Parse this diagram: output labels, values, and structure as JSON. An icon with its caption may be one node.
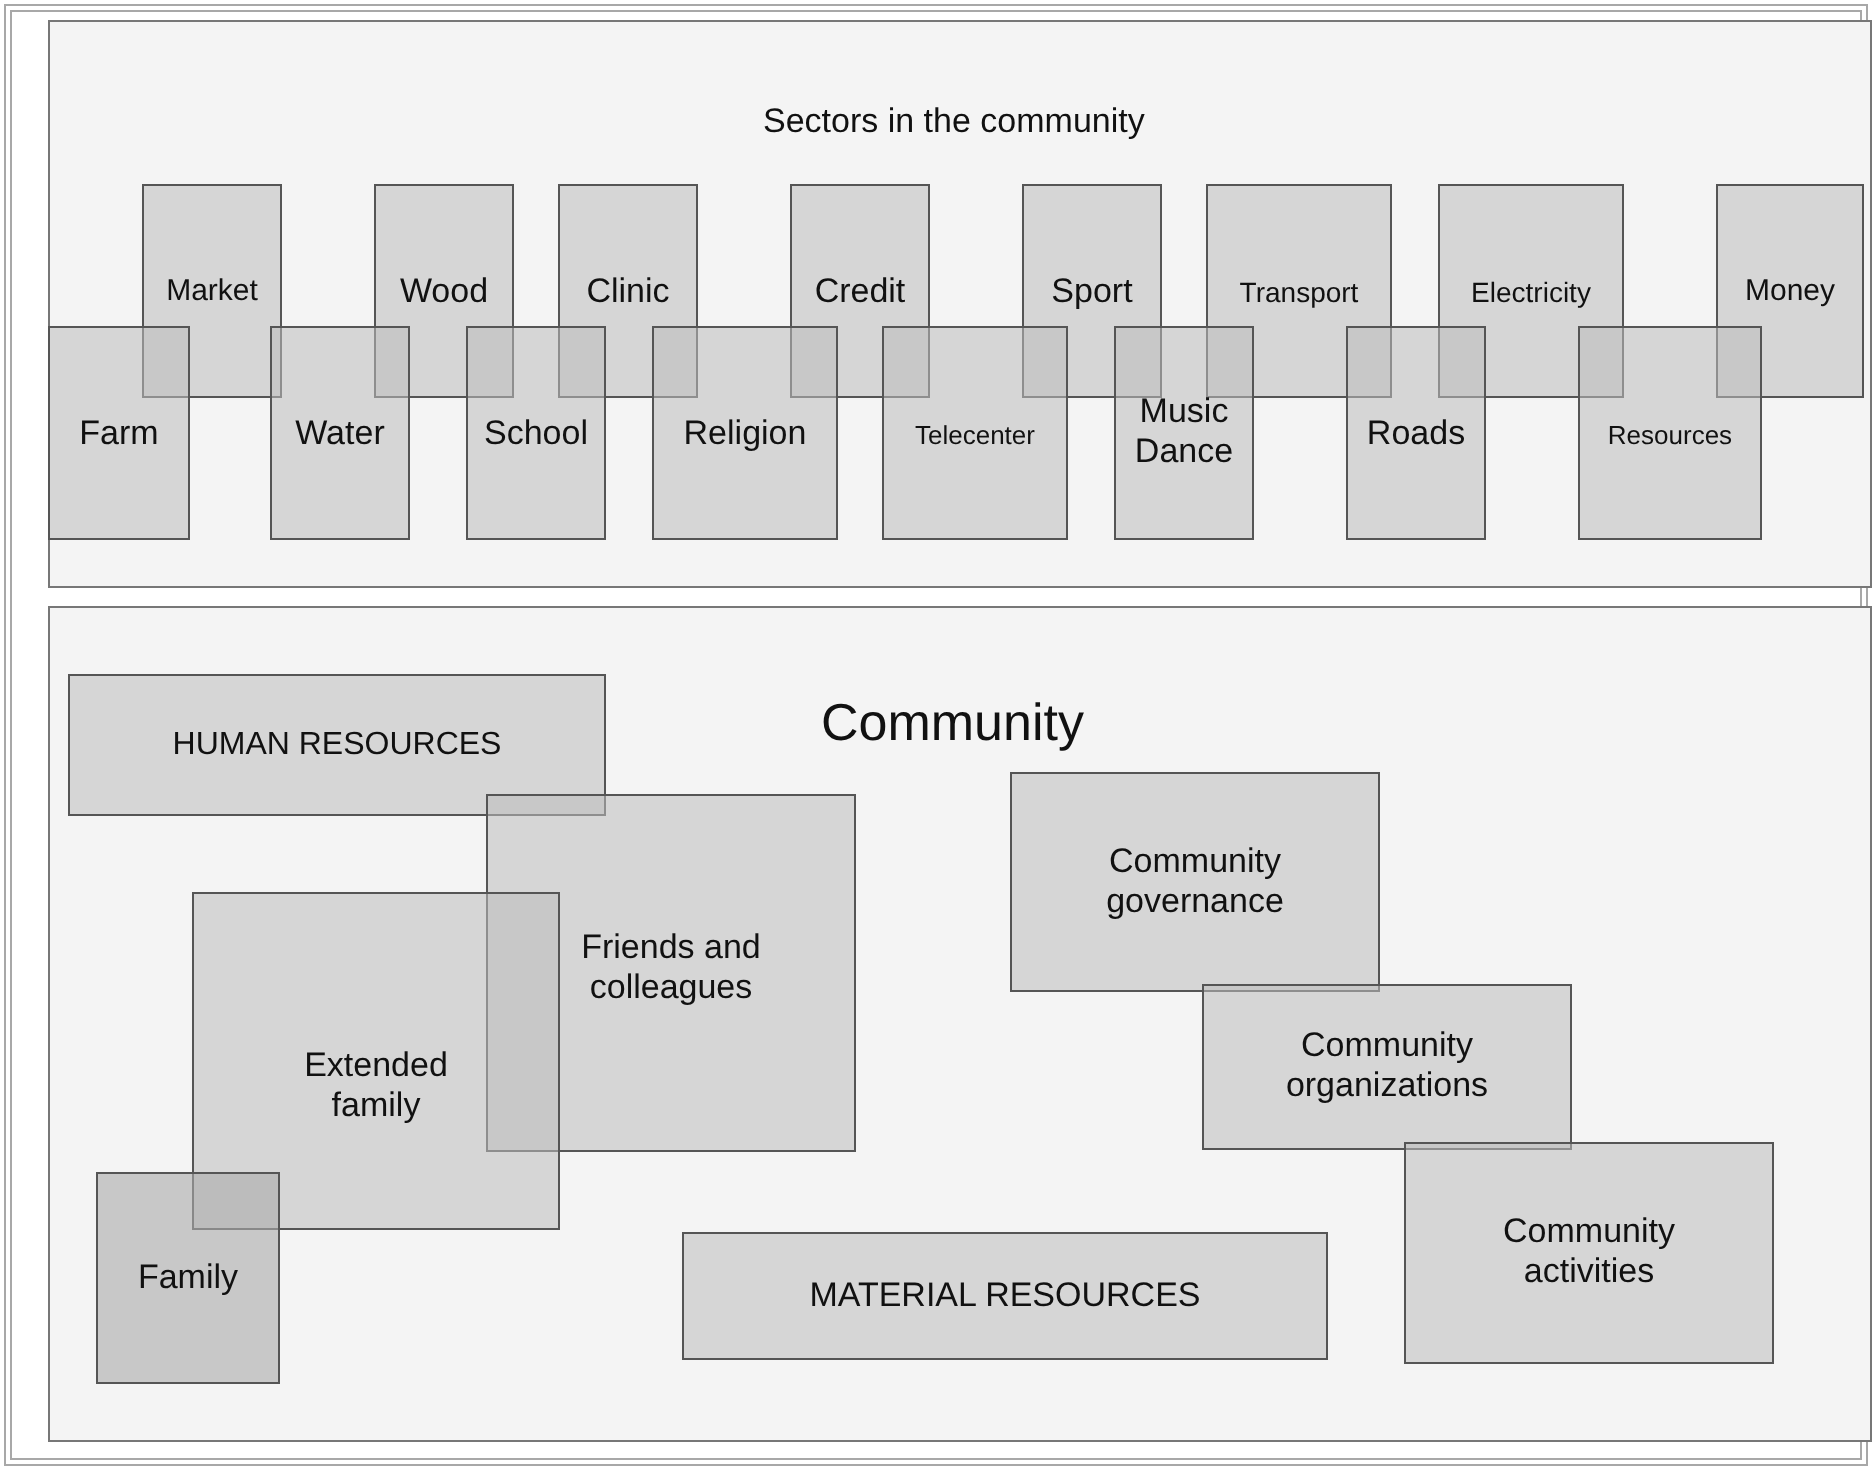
{
  "diagram": {
    "nodes": [
      {
        "text": [
          "Sectors in the community"
        ]
      },
      {
        "text": [
          "Market"
        ],
        "in": 0
      },
      {
        "text": [
          "Wood"
        ],
        "in": 0
      },
      {
        "text": [
          "Clinic"
        ],
        "in": 0
      },
      {
        "text": [
          "Credit"
        ],
        "in": 0
      },
      {
        "text": [
          "Sport"
        ],
        "in": 0
      },
      {
        "text": [
          "Transport"
        ],
        "in": 0
      },
      {
        "text": [
          "Electricity"
        ],
        "in": 0
      },
      {
        "text": [
          "Money"
        ],
        "in": 0
      },
      {
        "text": [
          "Farm"
        ],
        "in": 0
      },
      {
        "text": [
          "Water"
        ],
        "in": 0
      },
      {
        "text": [
          "School"
        ],
        "in": 0
      },
      {
        "text": [
          "Religion"
        ],
        "in": 0
      },
      {
        "text": [
          "Telecenter"
        ],
        "in": 0
      },
      {
        "text": [
          "Music Dance"
        ],
        "in": 0
      },
      {
        "text": [
          "Roads"
        ],
        "in": 0
      },
      {
        "text": [
          "Resources"
        ],
        "in": 0
      },
      {
        "text": [
          "Community"
        ]
      },
      {
        "text": [
          "HUMAN RESOURCES"
        ],
        "in": 17
      },
      {
        "text": [
          "Friends and colleagues"
        ],
        "in": 17
      },
      {
        "text": [
          "Community governance"
        ],
        "in": 17
      },
      {
        "text": [
          "Extended family"
        ],
        "in": 17
      },
      {
        "text": [
          "Community organizations"
        ],
        "in": 17
      },
      {
        "text": [
          "Community activities"
        ],
        "in": 17
      },
      {
        "text": [
          "Family"
        ],
        "in": 17
      },
      {
        "text": [
          "MATERIAL RESOURCES"
        ],
        "in": 17
      }
    ],
    "edges": []
  }
}
